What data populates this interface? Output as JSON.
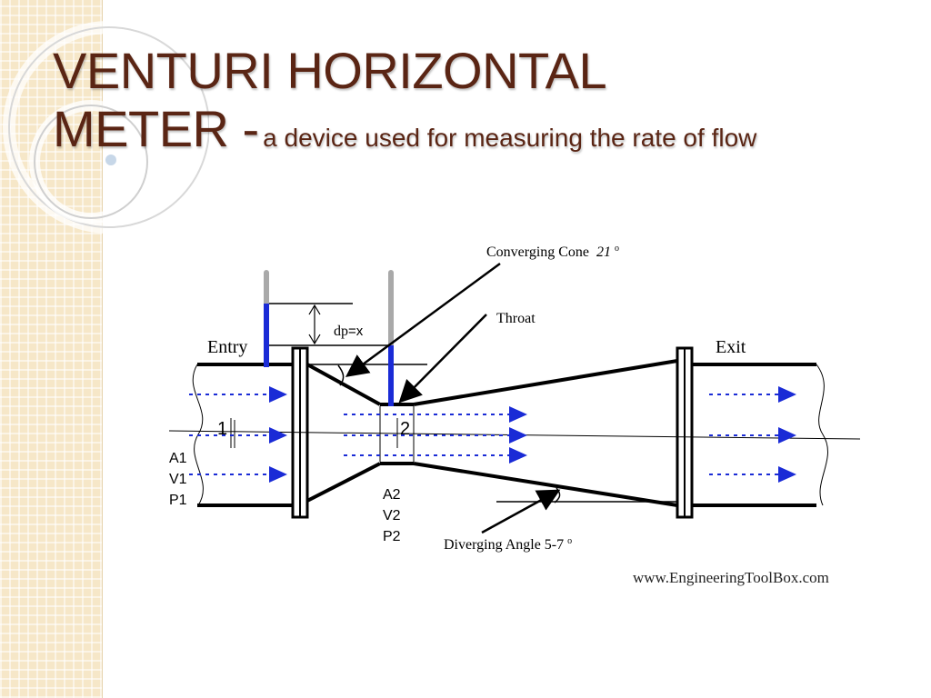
{
  "slide": {
    "title_line1": "VENTURI HORIZONTAL",
    "title_line2_main": "METER -",
    "title_line2_sub": "a device used for measuring the rate of flow"
  },
  "diagram": {
    "callouts": {
      "converging_cone": "Converging Cone",
      "converging_angle": "21",
      "converging_deg": "o",
      "throat": "Throat",
      "diverging_angle": "Diverging Angle  5-7",
      "diverging_deg": "o"
    },
    "entry_label": "Entry",
    "exit_label": "Exit",
    "dp_label": "dp",
    "dp_eq": "=x",
    "section1_label": "1",
    "section2_label": "2",
    "section1_vars": [
      "A1",
      "V1",
      "P1"
    ],
    "section2_vars": [
      "A2",
      "V2",
      "P2"
    ],
    "watermark": "www.EngineeringToolBox.com"
  },
  "colors": {
    "title": "#5a2514",
    "flow_arrow": "#1a2bd6",
    "manometer_fluid": "#1a2bd6",
    "manometer_tube": "#a9a9a9"
  }
}
